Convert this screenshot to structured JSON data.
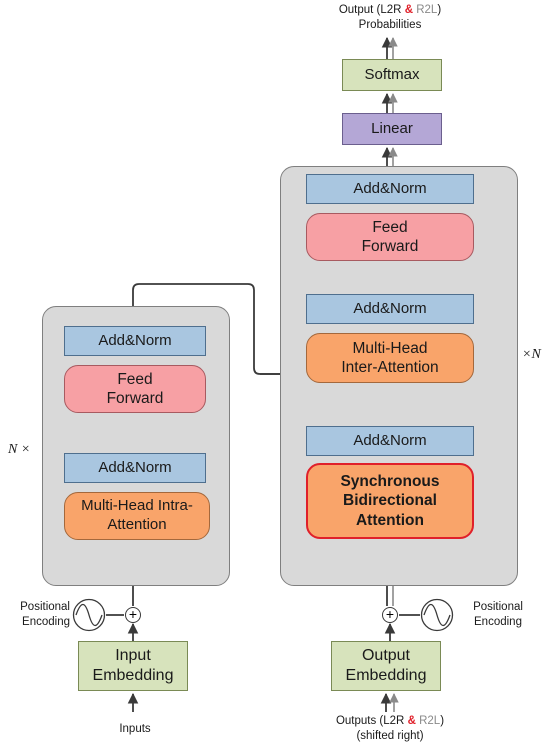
{
  "top_output": {
    "line1_prefix": "Output (L2R ",
    "amp": "&",
    "line1_r2l": "R2L",
    "line1_suffix": ")",
    "line2": "Probabilities"
  },
  "decoder": {
    "softmax": "Softmax",
    "linear": "Linear",
    "addnorm": "Add&Norm",
    "feed_forward": "Feed\nForward",
    "inter_attention": "Multi-Head\nInter-Attention",
    "sync_attention": "Synchronous\nBidirectional\nAttention",
    "repeat": "×N",
    "output_embedding": "Output\nEmbedding",
    "positional_encoding": "Positional\nEncoding",
    "bottom_prefix": "Outputs (L2R ",
    "bottom_amp": "&",
    "bottom_r2l": "R2L",
    "bottom_suffix": ")",
    "bottom_line2": "(shifted right)"
  },
  "encoder": {
    "addnorm": "Add&Norm",
    "feed_forward": "Feed\nForward",
    "intra_attention": "Multi-Head Intra-\nAttention",
    "repeat": "N ×",
    "input_embedding": "Input\nEmbedding",
    "positional_encoding": "Positional\nEncoding",
    "inputs": "Inputs"
  },
  "colors": {
    "addnorm": "#a9c6e0",
    "feed_forward": "#f7a0a4",
    "attention": "#f9a46a",
    "sync_border": "#e0202a",
    "embedding": "#d7e3bc",
    "linear": "#b4a7d6",
    "panel": "#d9d9d9",
    "arrow_dark": "#3a3a3a",
    "arrow_grey": "#8a8a8a"
  }
}
